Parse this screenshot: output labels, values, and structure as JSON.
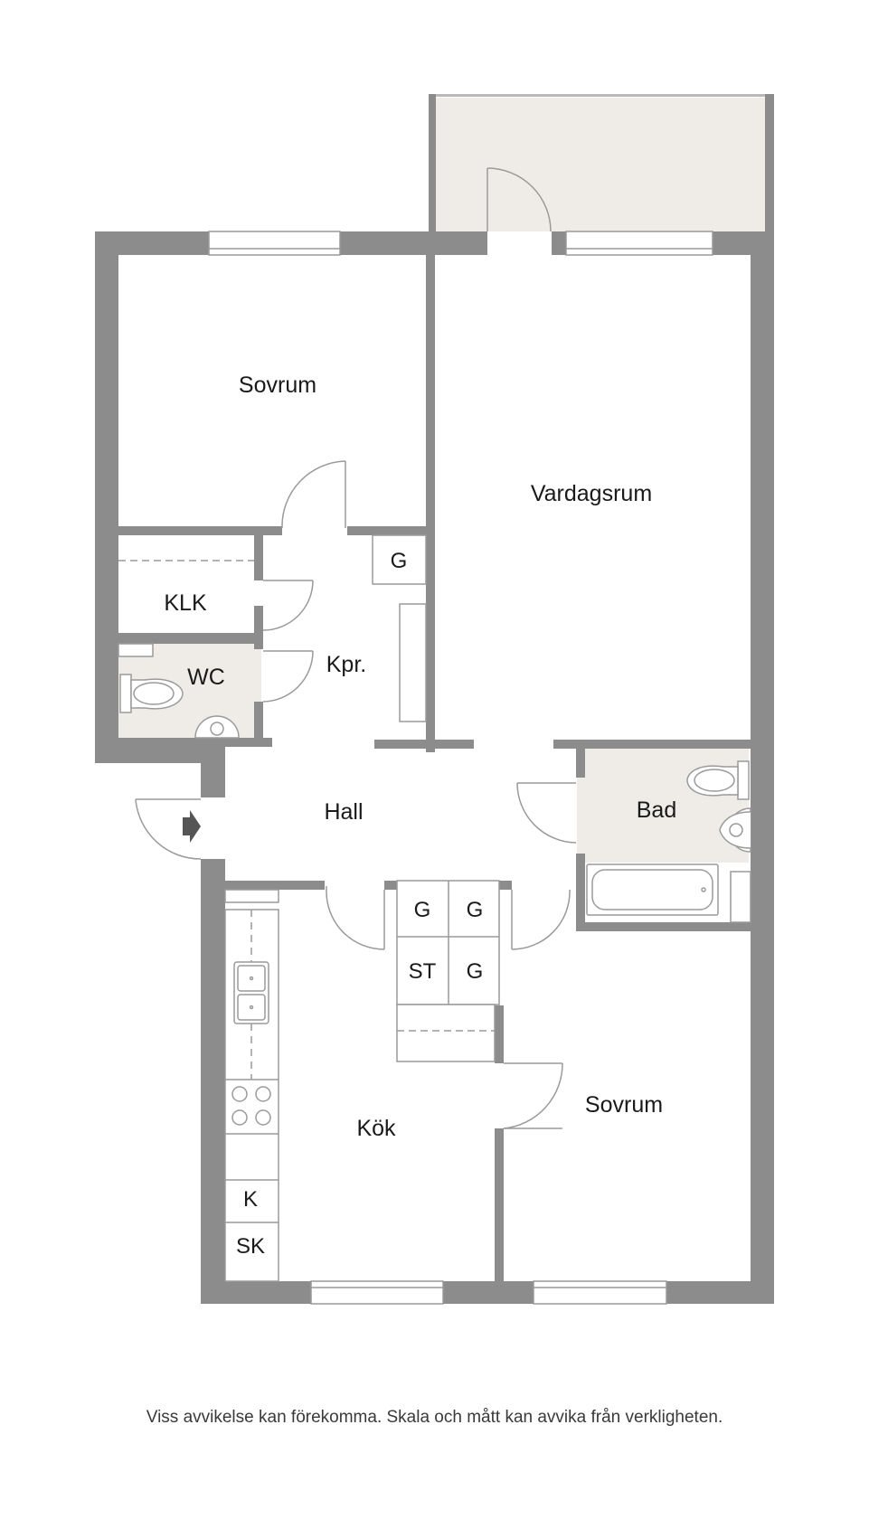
{
  "colors": {
    "wall": "#8c8c8d",
    "wet_floor": "#efece7",
    "balcony_floor": "#efece7",
    "line": "#9a9a9a"
  },
  "rooms": {
    "sovrum_top": "Sovrum",
    "vardagsrum": "Vardagsrum",
    "klk": "KLK",
    "wc": "WC",
    "kpr": "Kpr.",
    "hall": "Hall",
    "bad": "Bad",
    "kok": "Kök",
    "sovrum_bottom": "Sovrum"
  },
  "fixtures": {
    "g_kpr": "G",
    "g_hall_1": "G",
    "g_hall_2": "G",
    "st": "ST",
    "g_hall_3": "G",
    "k": "K",
    "sk": "SK"
  },
  "icons": {
    "entrance": "entrance-arrow-icon",
    "toilet": "toilet-icon",
    "sink": "sink-icon",
    "bathtub": "bathtub-icon",
    "stove": "stove-icon"
  },
  "footer": {
    "disclaimer": "Viss avvikelse kan förekomma. Skala och mått kan avvika från verkligheten."
  }
}
